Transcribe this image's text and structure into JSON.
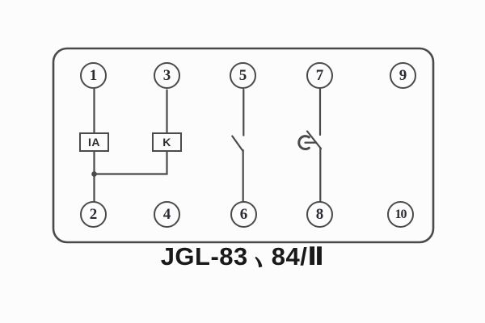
{
  "caption": {
    "text": "JGL-83、84/Ⅱ",
    "part1": "JGL-83",
    "separator": "、",
    "part2": "84/Ⅱ"
  },
  "terminals": [
    {
      "label": "1"
    },
    {
      "label": "2"
    },
    {
      "label": "3"
    },
    {
      "label": "4"
    },
    {
      "label": "5"
    },
    {
      "label": "6"
    },
    {
      "label": "7"
    },
    {
      "label": "8"
    },
    {
      "label": "9"
    },
    {
      "label": "10"
    }
  ],
  "coils": [
    {
      "label": "IA"
    },
    {
      "label": "K"
    }
  ],
  "symbols": [
    {
      "name": "junction-dot",
      "between": "coil-IA and terminal 2 / coil-K branch"
    },
    {
      "name": "normally-open-contact",
      "between": "terminals 5-6"
    },
    {
      "name": "normally-open-contact-with-latch-hook",
      "between": "terminals 7-8"
    }
  ],
  "colors": {
    "line": "#4a4a4a",
    "digits": "#2b2b33",
    "caption": "#191919",
    "background": "#fcfcfc"
  }
}
